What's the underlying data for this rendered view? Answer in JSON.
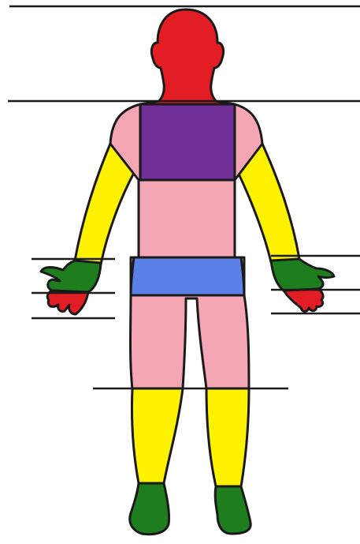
{
  "figure": {
    "type": "body-diagram",
    "view": "back",
    "colors": {
      "head": "#e21d23",
      "upper_back": "#6f2f96",
      "torso": "#f4a6b4",
      "buttocks": "#5b80e8",
      "arms": "#fff200",
      "legs": "#fff200",
      "hands_back": "#1e7e1e",
      "fingers": "#e21d23",
      "feet": "#1e7e1e",
      "outline": "#1a1a1a",
      "background": "#ffffff"
    },
    "regions": [
      "head",
      "upper-back",
      "shoulders",
      "lower-back",
      "buttocks",
      "thighs",
      "upper-arms",
      "lower-legs",
      "hands",
      "fingers",
      "feet"
    ]
  }
}
